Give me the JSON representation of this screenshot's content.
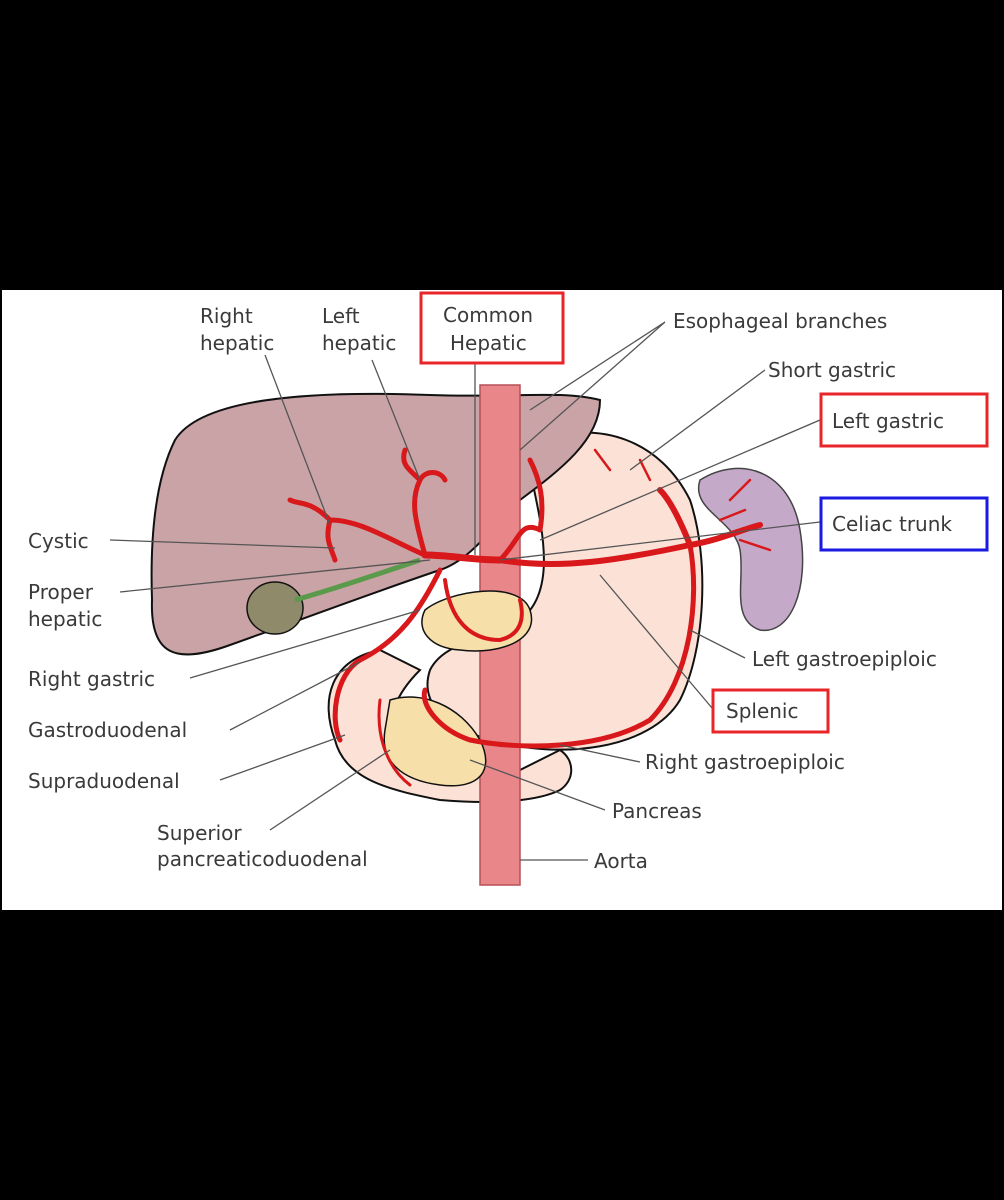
{
  "title": "Celiac trunk arterial supply diagram",
  "labels": {
    "right_hepatic": [
      "Right",
      "hepatic"
    ],
    "left_hepatic": [
      "Left",
      "hepatic"
    ],
    "common_hepatic": [
      "Common",
      "Hepatic"
    ],
    "esophageal_branches": "Esophageal branches",
    "short_gastric": "Short gastric",
    "left_gastric": "Left gastric",
    "celiac_trunk": "Celiac trunk",
    "cystic": "Cystic",
    "proper_hepatic": [
      "Proper",
      "hepatic"
    ],
    "right_gastric": "Right gastric",
    "gastroduodenal": "Gastroduodenal",
    "supraduodenal": "Supraduodenal",
    "superior_pancreaticoduodenal": [
      "Superior",
      "pancreaticoduodenal"
    ],
    "left_gastroepiploic": "Left gastroepiploic",
    "splenic": "Splenic",
    "right_gastroepiploic": "Right gastroepiploic",
    "pancreas": "Pancreas",
    "aorta": "Aorta"
  },
  "colors": {
    "highlight_red": "#e8262a",
    "highlight_blue": "#1a1ae0",
    "artery": "#d8181a",
    "liver": "#c9a3a6",
    "stomach": "#fbe1d6",
    "spleen": "#c5a9c9",
    "pancreas": "#f7dfaa",
    "gallbladder": "#8f8a6a"
  }
}
